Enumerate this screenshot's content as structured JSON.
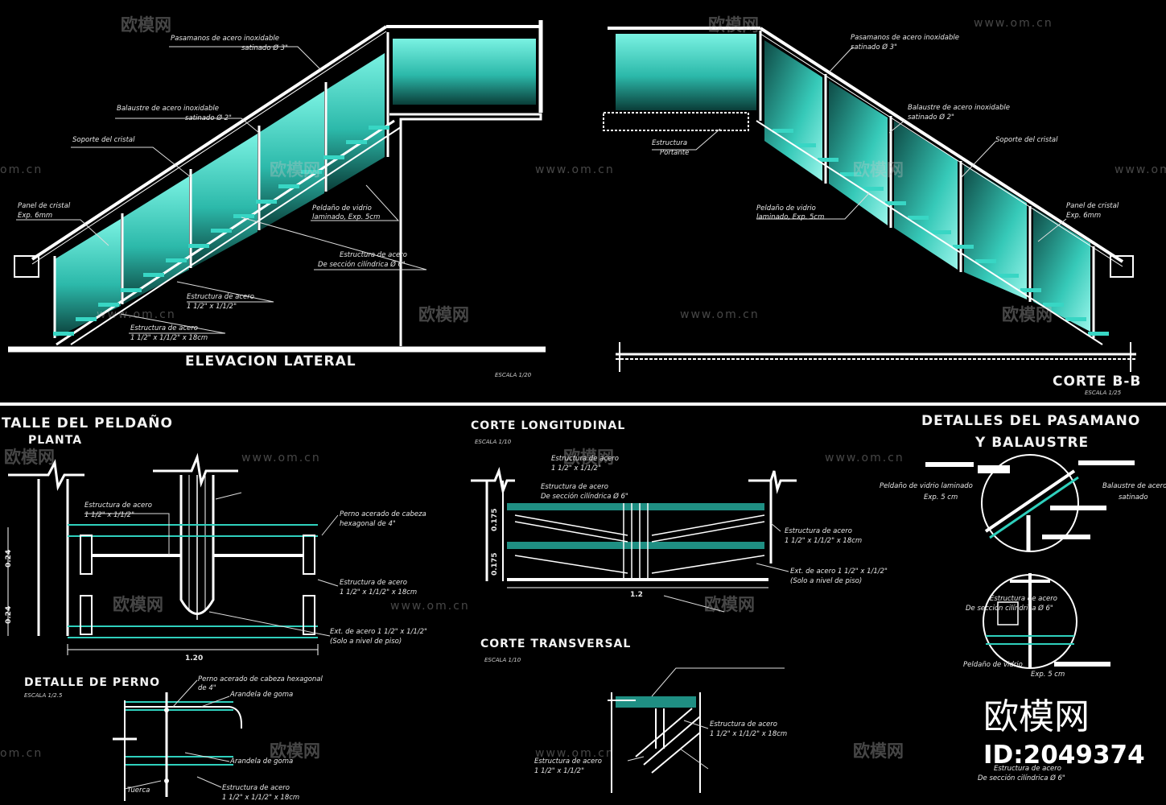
{
  "titles": {
    "elevacion": "ELEVACION LATERAL",
    "elevacion_scale": "ESCALA 1/20",
    "corte_bb": "CORTE B-B",
    "corte_bb_scale": "ESCALA 1/25",
    "peldano": "TALLE DEL PELDAÑO",
    "planta": "PLANTA",
    "longitudinal": "CORTE LONGITUDINAL",
    "longitudinal_scale": "ESCALA 1/10",
    "transversal": "CORTE TRANSVERSAL",
    "transversal_scale": "ESCALA 1/10",
    "perno": "DETALLE DE PERNO",
    "perno_scale": "ESCALA 1/2.5",
    "pasamano_1": "DETALLES DEL PASAMANO",
    "pasamano_2": "Y BALAUSTRE"
  },
  "labels": {
    "pasamanos_1": "Pasamanos de acero inoxidable",
    "pasamanos_2": "satinado Ø 3\"",
    "balaustre_1": "Balaustre de acero inoxidable",
    "balaustre_2": "satinado Ø 2\"",
    "soporte": "Soporte del cristal",
    "panel_1": "Panel de cristal",
    "panel_2": "Exp. 6mm",
    "peldano_vidrio_1": "Peldaño de vidrio",
    "peldano_vidrio_2": "laminado, Exp. 5cm",
    "estructura_cil_1": "Estructura de acero",
    "estructura_cil_2": "De sección cilíndrica Ø 6\"",
    "estructura_a_1": "Estructura de acero",
    "estructura_a_2": "1 1/2\" x 1/1/2\"",
    "estructura_b_1": "Estructura de acero",
    "estructura_b_2": "1 1/2\" x 1/1/2\" x 18cm",
    "portante_1": "Estructura",
    "portante_2": "Portante",
    "perno_cabeza_1": "Perno acerado de cabeza",
    "perno_cabeza_2": "hexagonal de 4\"",
    "ext_1": "Ext. de acero 1 1/2\" x 1/1/2\"",
    "ext_2": "(Solo a nivel de piso)",
    "perno_cabeza_hex": "Perno acerado de cabeza hexagonal",
    "perno_4": "de 4\"",
    "arandela": "Arandela de goma",
    "tuerca": "Tuerca",
    "peldano_lam_1": "Peldaño de vidrio laminado",
    "peldano_lam_2": "Exp. 5 cm",
    "balaustre_short": "Balaustre de acero",
    "satinado": "satinado"
  },
  "dimensions": {
    "d120": "1.20",
    "d12": "1.2",
    "d175a": "0.175",
    "d175b": "0.175",
    "d0a": "0.24",
    "d0b": "0.24"
  },
  "watermark": {
    "brand": "欧模网",
    "url": "www.om.cn",
    "url_cut": "om.cn",
    "id": "ID:2049374"
  },
  "colors": {
    "background": "#000000",
    "line": "#ffffff",
    "glass": "#2fd0bd",
    "glass_dark": "#0b3a37"
  }
}
